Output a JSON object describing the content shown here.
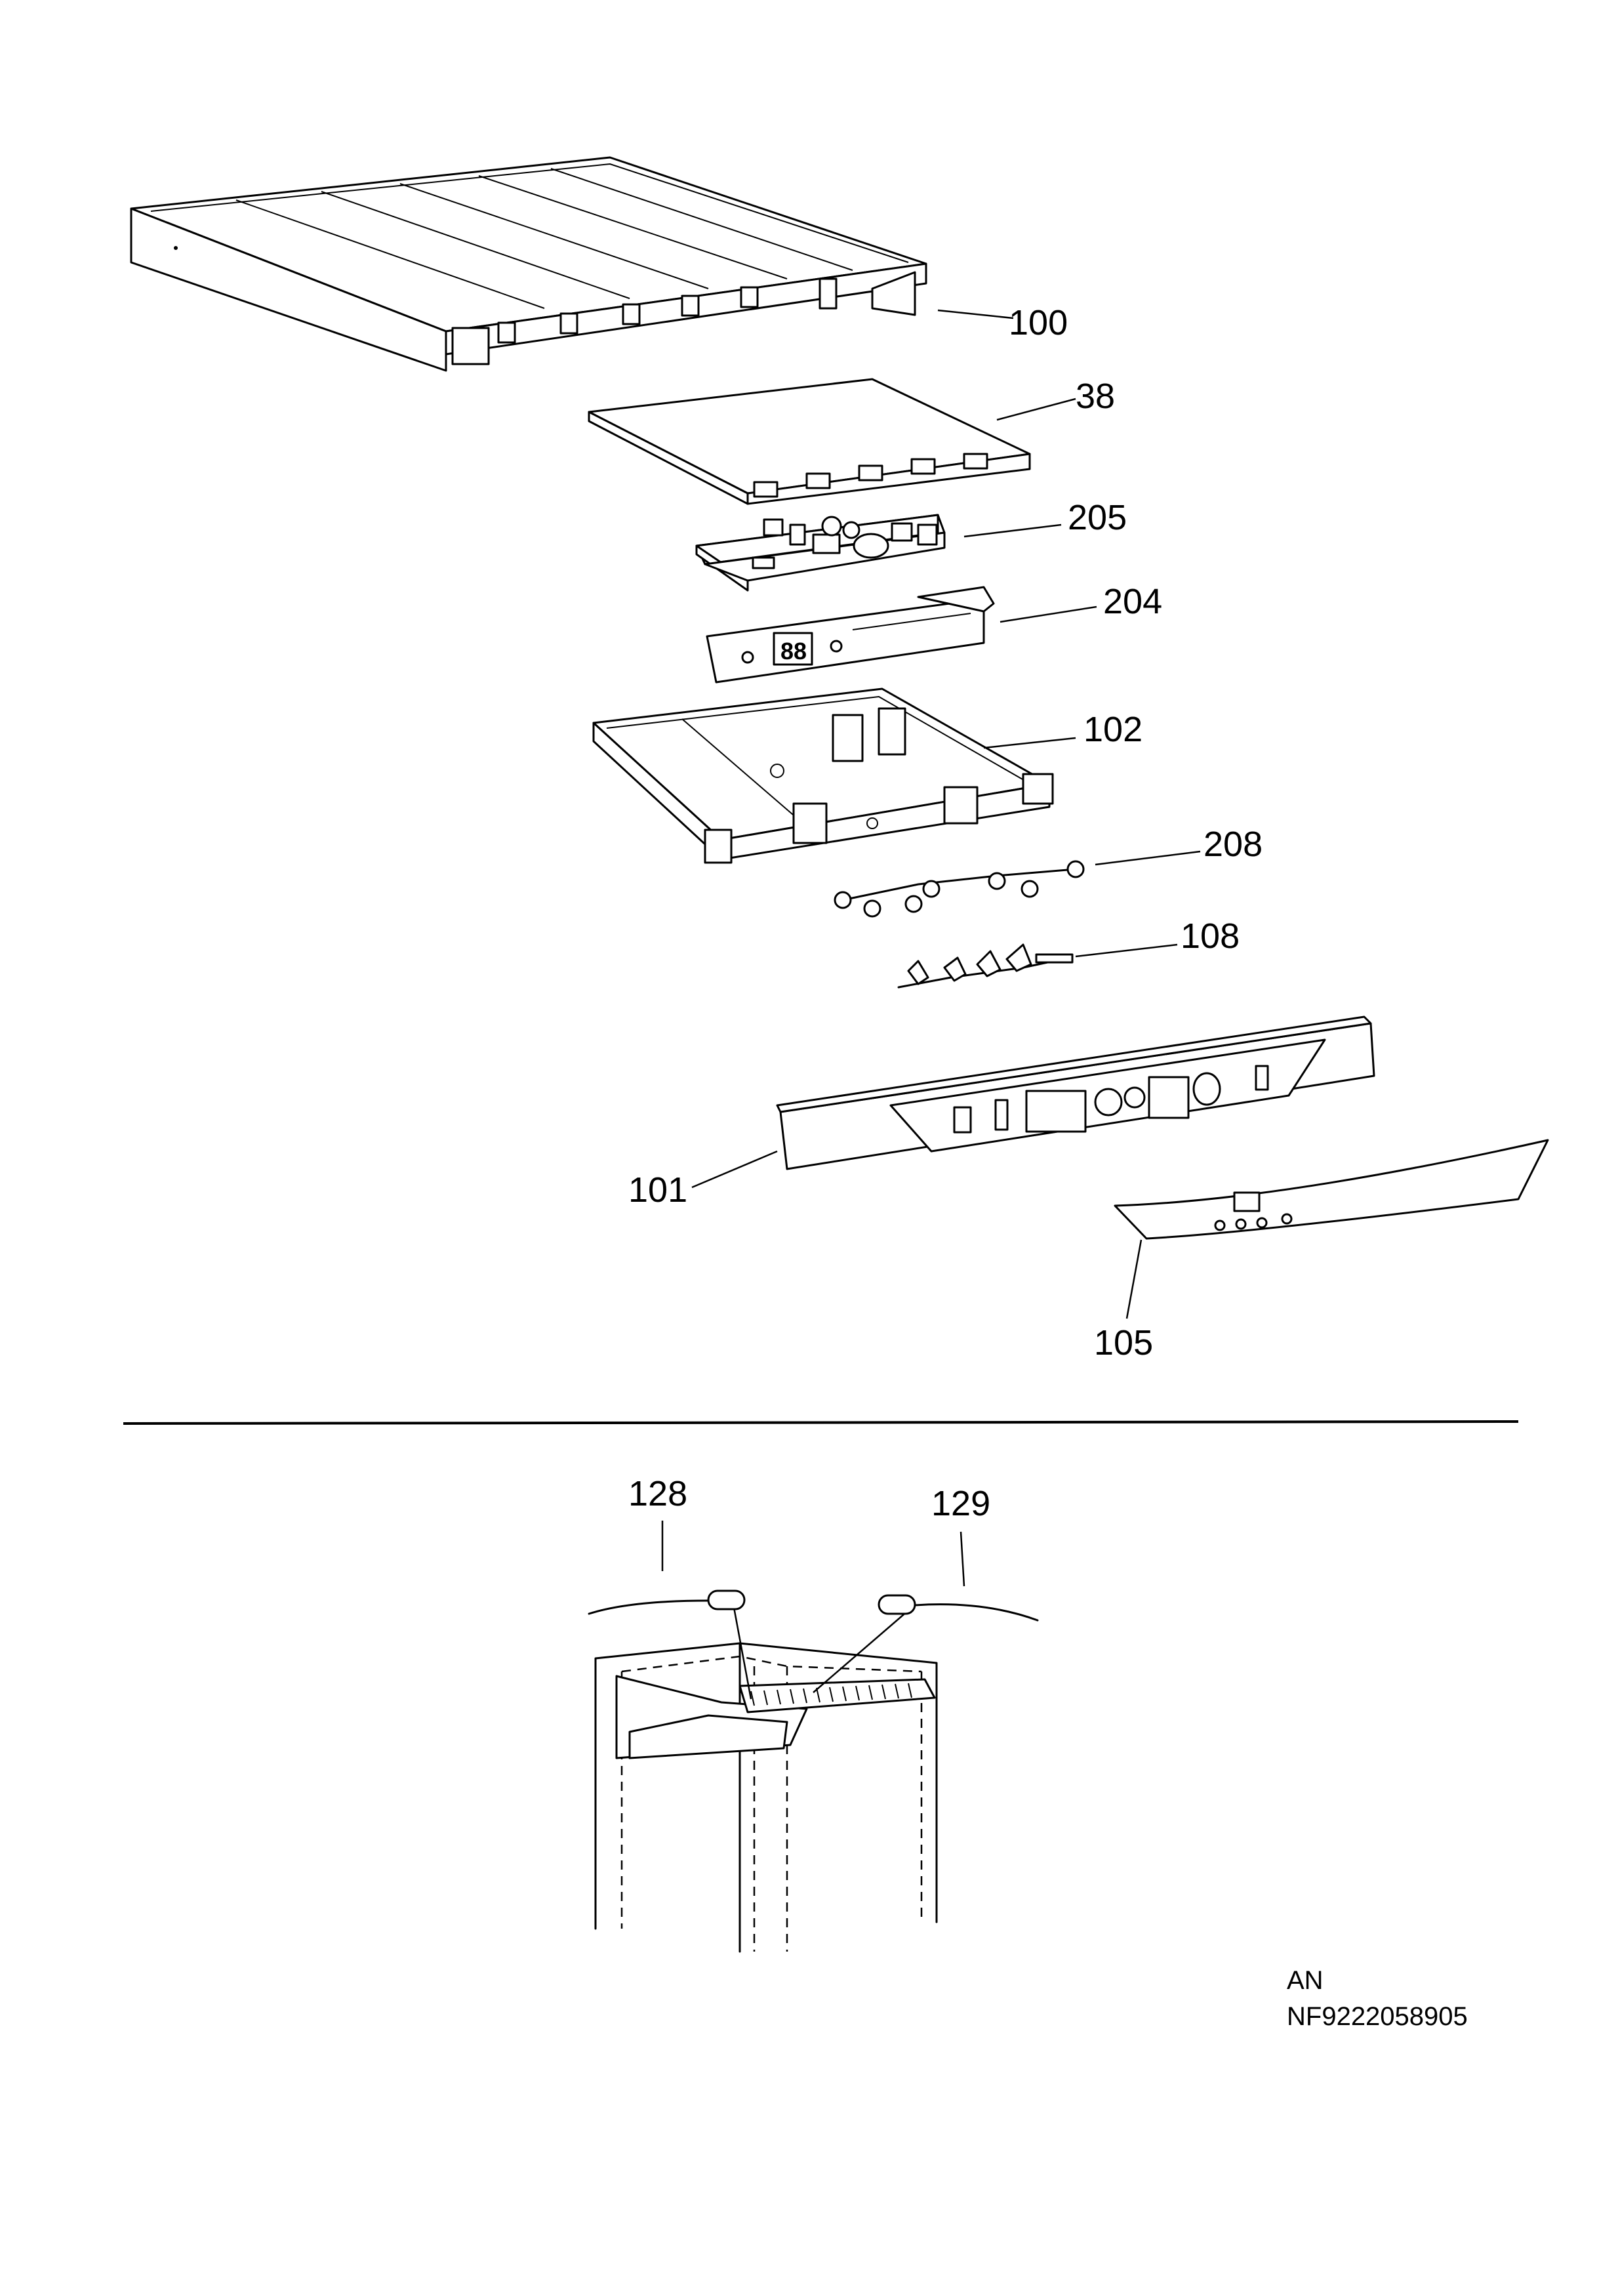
{
  "callouts": {
    "c100": "100",
    "c38": "38",
    "c205": "205",
    "c204": "204",
    "c102": "102",
    "c208": "208",
    "c108": "108",
    "c101": "101",
    "c105": "105",
    "c128": "128",
    "c129": "129"
  },
  "footer": {
    "region": "AN",
    "drawing_number": "NF9222058905"
  }
}
